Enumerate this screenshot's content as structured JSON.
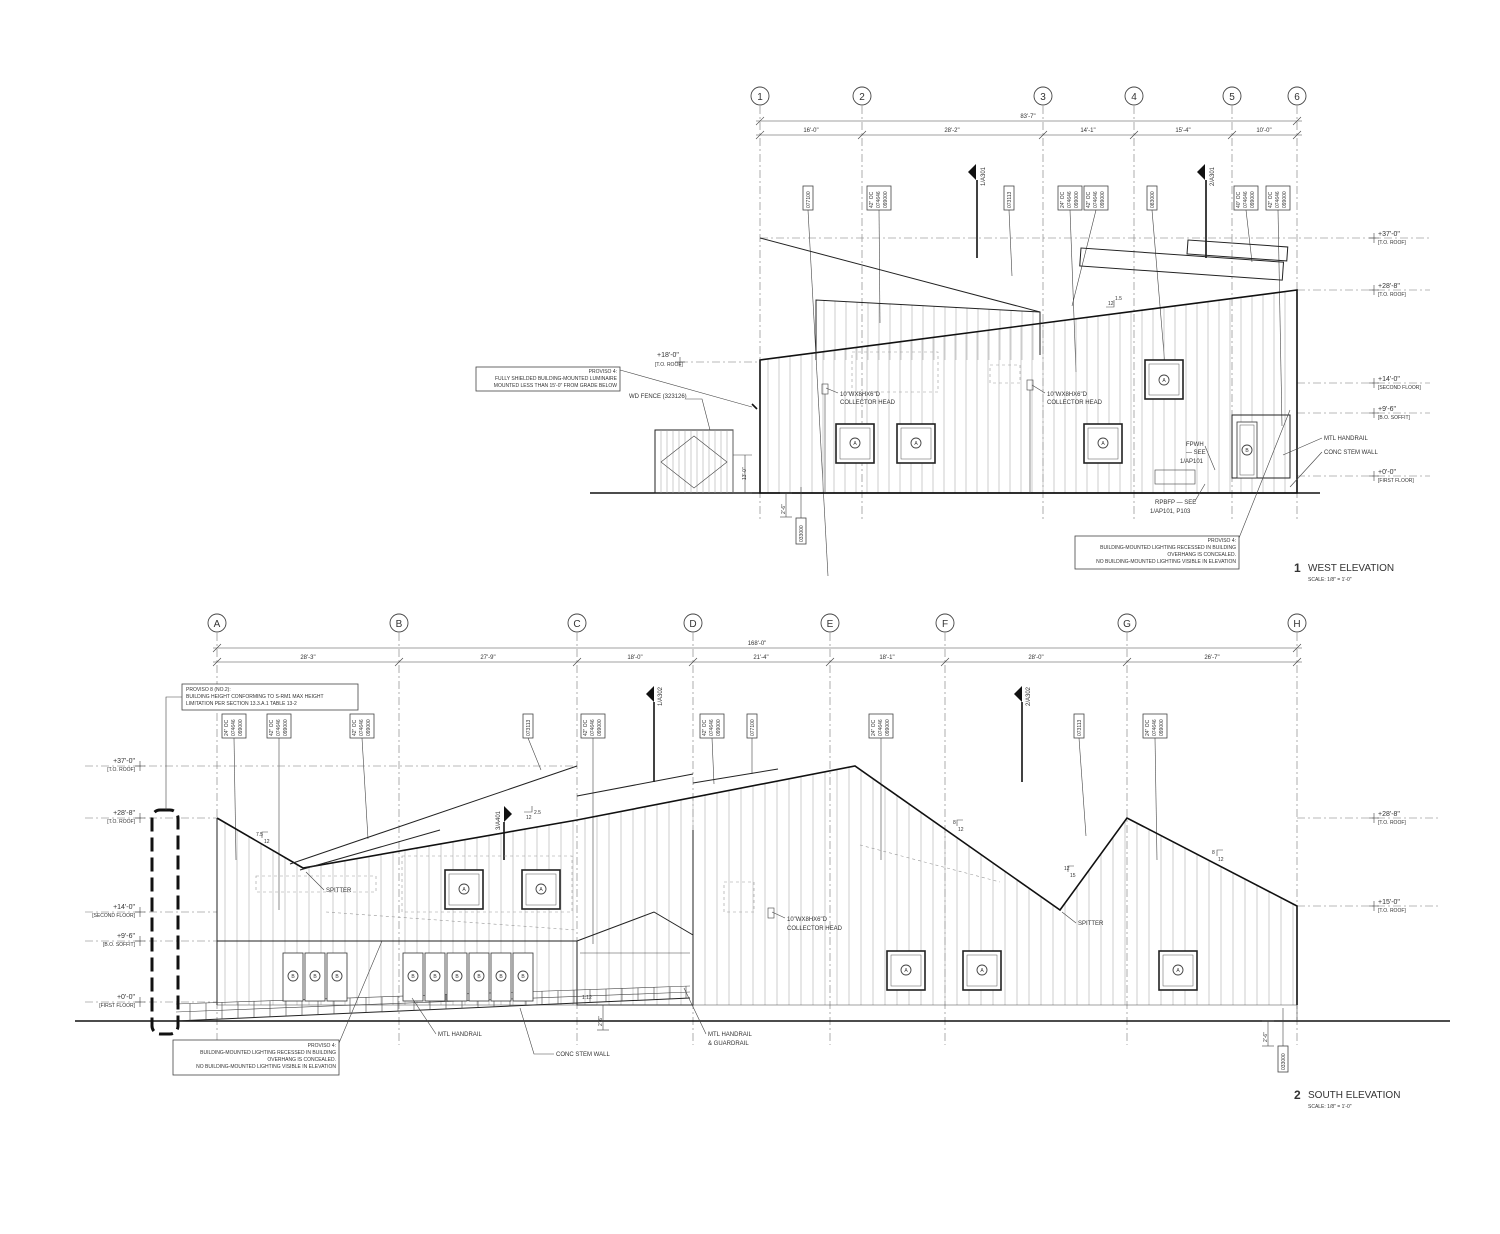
{
  "west": {
    "title_number": "1",
    "title": "WEST ELEVATION",
    "scale": "SCALE: 1/8\" = 1'-0\"",
    "grids": [
      "1",
      "2",
      "3",
      "4",
      "5",
      "6"
    ],
    "overall_dim": "83'-7\"",
    "dims": [
      "16'-0\"",
      "28'-2\"",
      "14'-1\"",
      "15'-4\"",
      "10'-0\""
    ],
    "levels": [
      {
        "value": "+37'-0\"",
        "name": "[T.O. ROOF]"
      },
      {
        "value": "+28'-8\"",
        "name": "[T.O. ROOF]"
      },
      {
        "value": "+14'-0\"",
        "name": "[SECOND FLOOR]"
      },
      {
        "value": "+9'-6\"",
        "name": "[B.O. SOFFIT]"
      },
      {
        "value": "+0'-0\"",
        "name": "[FIRST FLOOR]"
      }
    ],
    "left_level": {
      "value": "+18'-0\"",
      "name": "[T.O. ROOF]"
    },
    "section_marks": [
      "1/A301",
      "2/A301"
    ],
    "tags": [
      {
        "lines": [
          "077100"
        ]
      },
      {
        "lines": [
          "42\" OC",
          "074646",
          "099000"
        ]
      },
      {
        "lines": [
          "073113"
        ]
      },
      {
        "lines": [
          "24\" OC",
          "074646",
          "099000"
        ]
      },
      {
        "lines": [
          "42\" OC",
          "074646",
          "099000"
        ]
      },
      {
        "lines": [
          "083000"
        ]
      },
      {
        "lines": [
          "40\" OC",
          "074646",
          "099000"
        ]
      },
      {
        "lines": [
          "42\" OC",
          "074646",
          "099000"
        ]
      }
    ],
    "proviso_top": [
      "PROVISO 4:",
      "FULLY SHIELDED BUILDING-MOUNTED LUMINAIRE",
      "MOUNTED LESS THAN 15'-0\" FROM GRADE BELOW"
    ],
    "proviso_bottom": [
      "PROVISO 4:",
      "BUILDING-MOUNTED LIGHTING RECESSED IN BUILDING",
      "OVERHANG IS CONCEALED.",
      "NO BUILDING-MOUNTED LIGHTING VISIBLE IN ELEVATION"
    ],
    "notes": {
      "fence": "WD FENCE (323126)",
      "collector1": [
        "10\"WX8HX6\"D",
        "COLLECTOR HEAD"
      ],
      "collector2": [
        "10\"WX8HX6\"D",
        "COLLECTOR HEAD"
      ],
      "fpwh": [
        "FPWH",
        "— SEE",
        "1/AP101"
      ],
      "rpbfp": [
        "RPBFP — SEE",
        "1/AP101, P103"
      ],
      "handrail": "MTL HANDRAIL",
      "stemwall": "CONC STEM WALL",
      "fence_height": "13'-0\"",
      "footing": "2'-6\"",
      "footing_tag": "033000",
      "slope": "1.5",
      "slope_run": "12"
    },
    "window_tags": [
      "A",
      "A",
      "A",
      "A",
      "B"
    ]
  },
  "south": {
    "title_number": "2",
    "title": "SOUTH ELEVATION",
    "scale": "SCALE: 1/8\" = 1'-0\"",
    "grids": [
      "A",
      "B",
      "C",
      "D",
      "E",
      "F",
      "G",
      "H"
    ],
    "overall_dim": "168'-0\"",
    "dims": [
      "28'-3\"",
      "27'-9\"",
      "18'-0\"",
      "21'-4\"",
      "18'-1\"",
      "28'-0\"",
      "26'-7\""
    ],
    "levels_left": [
      {
        "value": "+37'-0\"",
        "name": "[T.O. ROOF]"
      },
      {
        "value": "+28'-8\"",
        "name": "[T.O. ROOF]"
      },
      {
        "value": "+14'-0\"",
        "name": "[SECOND FLOOR]"
      },
      {
        "value": "+9'-6\"",
        "name": "[B.O. SOFFIT]"
      },
      {
        "value": "+0'-0\"",
        "name": "[FIRST FLOOR]"
      }
    ],
    "levels_right": [
      {
        "value": "+28'-8\"",
        "name": "[T.O. ROOF]"
      },
      {
        "value": "+15'-0\"",
        "name": "[T.O. ROOF]"
      }
    ],
    "section_marks": [
      "1/A302",
      "2/A302",
      "3/A401"
    ],
    "tags": [
      {
        "lines": [
          "24\" OC",
          "074646",
          "099000"
        ]
      },
      {
        "lines": [
          "42\" OC",
          "074646",
          "099000"
        ]
      },
      {
        "lines": [
          "42\" OC",
          "074646",
          "099000"
        ]
      },
      {
        "lines": [
          "073113"
        ]
      },
      {
        "lines": [
          "42\" OC",
          "074646",
          "099000"
        ]
      },
      {
        "lines": [
          "42\" OC",
          "074646",
          "099000"
        ]
      },
      {
        "lines": [
          "077100"
        ]
      },
      {
        "lines": [
          "24\" OC",
          "074646",
          "099000"
        ]
      },
      {
        "lines": [
          "073113"
        ]
      },
      {
        "lines": [
          "24\" OC",
          "074646",
          "099000"
        ]
      }
    ],
    "proviso_height": [
      "PROVISO 8 (NO.2):",
      "BUILDING HEIGHT CONFORMING TO S-RM1 MAX HEIGHT",
      "LIMITATION PER SECTION 13.3.A.1 TABLE 13-2"
    ],
    "proviso_lighting": [
      "PROVISO 4:",
      "BUILDING-MOUNTED LIGHTING RECESSED IN BUILDING",
      "OVERHANG IS CONCEALED.",
      "NO BUILDING-MOUNTED LIGHTING VISIBLE IN ELEVATION"
    ],
    "notes": {
      "spitter1": "SPITTER",
      "spitter2": "SPITTER",
      "collector": [
        "10\"WX8HX6\"D",
        "COLLECTOR HEAD"
      ],
      "handrail": "MTL HANDRAIL",
      "handrail_guard": [
        "MTL HANDRAIL",
        "& GUARDRAIL"
      ],
      "stemwall": "CONC STEM WALL",
      "footing_left": "2'-6\"",
      "footing_right": "2'-6\"",
      "footing_tag": "033000",
      "ramp_slope": "1:12",
      "slopes": [
        {
          "rise": "7.5",
          "run": "12"
        },
        {
          "rise": "2.5",
          "run": "12"
        },
        {
          "rise": "8",
          "run": "12"
        },
        {
          "rise": "12",
          "run": "15"
        },
        {
          "rise": "8",
          "run": "12"
        }
      ]
    },
    "window_tags_upper": [
      "A",
      "A"
    ],
    "window_tags_lower": [
      "A",
      "A",
      "A"
    ],
    "door_tags": [
      "B",
      "B",
      "B",
      "B",
      "B",
      "B",
      "B",
      "B",
      "B"
    ]
  }
}
